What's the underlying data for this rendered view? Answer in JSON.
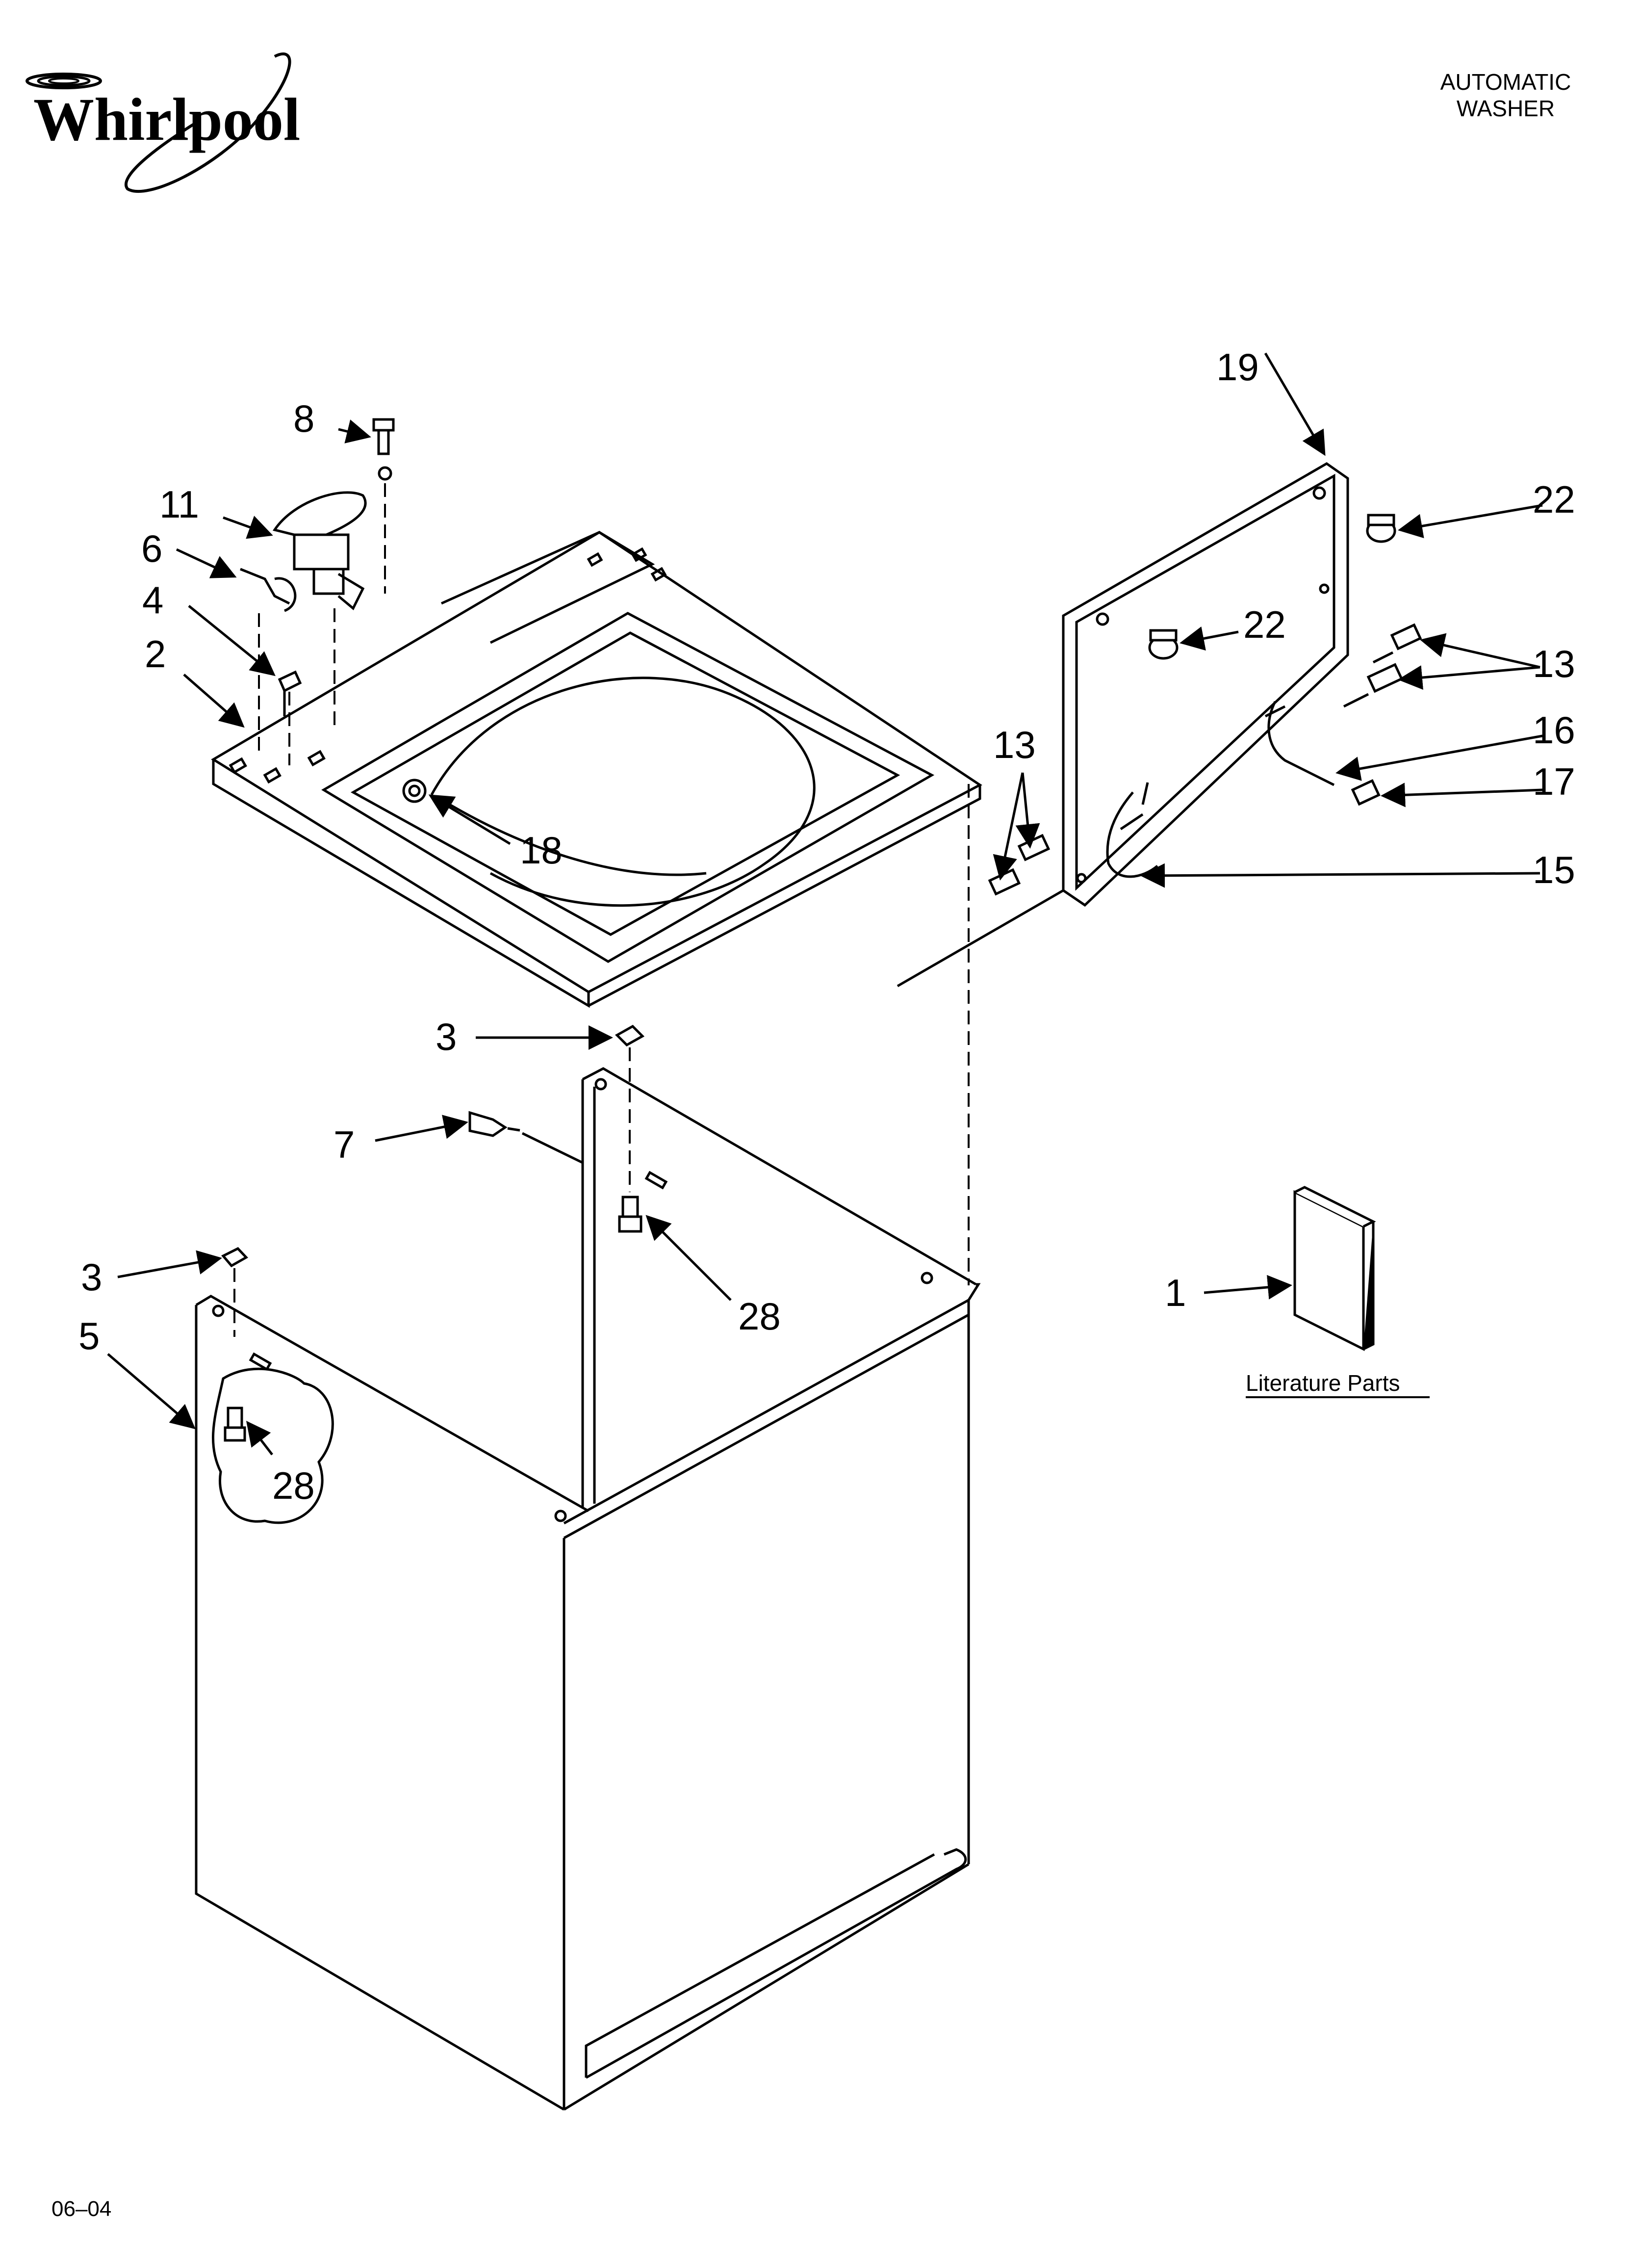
{
  "header": {
    "brand": "Whirlpool",
    "product_line1": "AUTOMATIC",
    "product_line2": "WASHER"
  },
  "callouts": {
    "c8": "8",
    "c11": "11",
    "c6": "6",
    "c4": "4",
    "c2": "2",
    "c18": "18",
    "c19": "19",
    "c22a": "22",
    "c22b": "22",
    "c13a": "13",
    "c13b": "13",
    "c16": "16",
    "c17": "17",
    "c15": "15",
    "c3a": "3",
    "c7": "7",
    "c28a": "28",
    "c3b": "3",
    "c5": "5",
    "c28b": "28",
    "c1": "1"
  },
  "literature_label": "Literature Parts",
  "footer": {
    "date_code": "06–04"
  }
}
